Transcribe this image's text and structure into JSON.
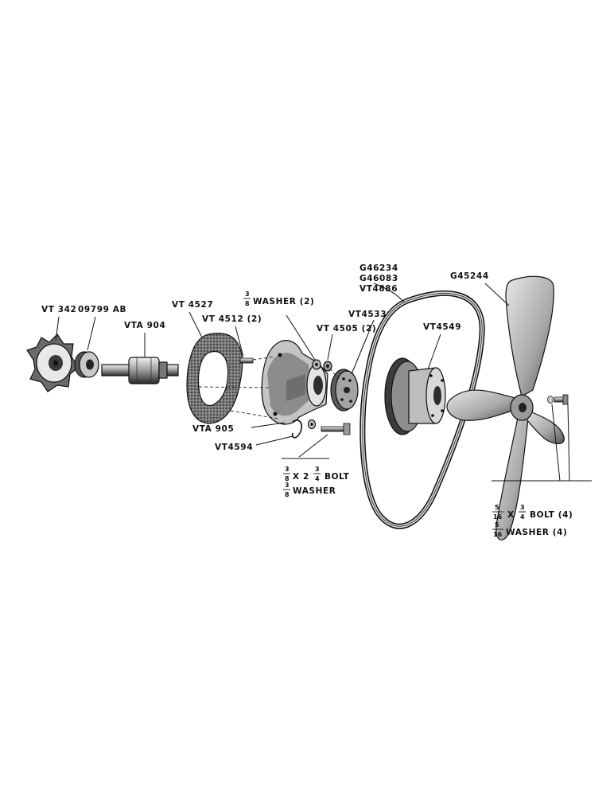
{
  "labels": {
    "vt342": "VT 342",
    "p09799ab": "09799 AB",
    "vta904": "VTA 904",
    "vt4527": "VT 4527",
    "vt4512": "VT 4512 (2)",
    "washer38_num": "3",
    "washer38_den": "8",
    "washer38_text": "WASHER (2)",
    "vt4505": "VT 4505 (2)",
    "vt4533": "VT4533",
    "g46234": "G46234",
    "g46083": "G46083",
    "vt4886": "VT4886",
    "g45244": "G45244",
    "vt4549": "VT4549",
    "vta905": "VTA 905",
    "vt4594": "VT4594",
    "bolt1_num": "3",
    "bolt1_den": "8",
    "bolt1_x": "X 2",
    "bolt1_num2": "3",
    "bolt1_den2": "4",
    "bolt1_text": "BOLT",
    "washer1_num": "3",
    "washer1_den": "8",
    "washer1_text": "WASHER",
    "bolt2_num": "5",
    "bolt2_den": "16",
    "bolt2_x": "X",
    "bolt2_num2": "3",
    "bolt2_den2": "4",
    "bolt2_text": "BOLT (4)",
    "washer2_num": "5",
    "washer2_den": "16",
    "washer2_text": "WASHER (4)"
  },
  "colors": {
    "ink": "#111111",
    "shade_dark": "#3a3a3a",
    "shade_mid": "#8a8a8a",
    "shade_light": "#d4d4d4"
  }
}
